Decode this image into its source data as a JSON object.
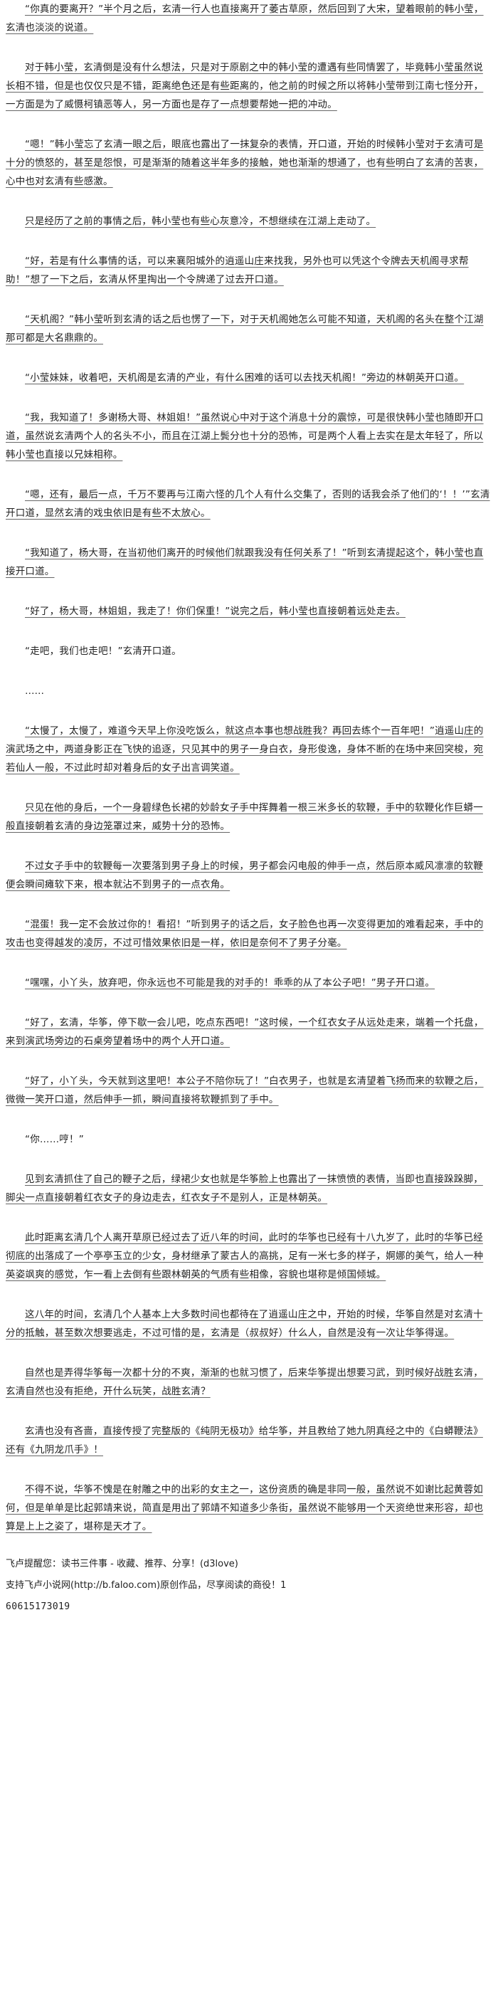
{
  "paragraphs": [
    "“你真的要离开？”半个月之后，玄清一行人也直接离开了萎古草原，然后回到了大宋，望着眼前的韩小莹，玄清也淡淡的说道。",
    "对于韩小莹，玄清倒是没有什么想法，只是对于原剧之中的韩小莹的遭遇有些同情罢了，毕竟韩小莹虽然说长相不错，但是也仅仅只是不错，距离绝色还是有些距离的，他之前的时候之所以将韩小莹带到江南七怪分开，一方面是为了威慑柯镇恶等人，另一方面也是存了一点想要帮她一把的冲动。",
    "“嗯！”韩小莹忘了玄清一眼之后，眼底也露出了一抹复杂的表情，开口道，开始的时候韩小莹对于玄清可是十分的愤怒的，甚至是怨恨，可是渐渐的随着这半年多的接触，她也渐渐的想通了，也有些明白了玄清的苦衷，心中也对玄清有些感激。",
    "只是经历了之前的事情之后，韩小莹也有些心灰意冷，不想继续在江湖上走动了。",
    "“好，若是有什么事情的话，可以来襄阳城外的逍遥山庄来找我，另外也可以凭这个令牌去天机阁寻求帮助！”想了一下之后，玄清从怀里掏出一个令牌递了过去开口道。",
    "“天机阁？”韩小莹听到玄清的话之后也愣了一下，对于天机阁她怎么可能不知道，天机阁的名头在整个江湖那可都是大名鼎鼎的。",
    "“小莹妹妹，收着吧，天机阁是玄清的产业，有什么困难的话可以去找天机阁！”旁边的林朝英开口道。",
    "“我，我知道了！多谢杨大哥、林姐姐！”虽然说心中对于这个消息十分的震惊，可是很快韩小莹也随即开口道，虽然说玄清两个人的名头不小，而且在江湖上鬓分也十分的恐怖，可是两个人看上去实在是太年轻了，所以韩小莹也直接以兄妹相称。",
    "“嗯，还有，最后一点，千万不要再与江南六怪的几个人有什么交集了，否则的话我会杀了他们的‘！！’”玄清开口道，显然玄清的戏虫依旧是有些不太放心。",
    "“我知道了，杨大哥，在当初他们离开的时候他们就跟我没有任何关系了！”听到玄清提起这个，韩小莹也直接开口道。",
    "“好了，杨大哥，林姐姐，我走了！你们保重！”说完之后，韩小莹也直接朝着远处走去。",
    "“走吧，我们也走吧！”玄清开口道。",
    "……",
    "“太慢了，太慢了，难道今天早上你没吃饭么，就这点本事也想战胜我？再回去练个一百年吧！”逍遥山庄的演武场之中，两道身影正在飞快的追逐，只见其中的男子一身白衣，身形俊逸，身体不断的在场中来回突梭，宛若仙人一般，不过此时却对着身后的女子出言调笑道。",
    "只见在他的身后，一个一身碧绿色长裙的妙龄女子手中挥舞着一根三米多长的软鞭，手中的软鞭化作巨蟒一般直接朝着玄清的身边笼罩过来，威势十分的恐怖。",
    "不过女子手中的软鞭每一次要落到男子身上的时候，男子都会闪电般的伸手一点，然后原本威风凛凛的软鞭便会瞬间瘫软下来，根本就沾不到男子的一点衣角。",
    "“混蛋！我一定不会放过你的！看招！”听到男子的话之后，女子脸色也再一次变得更加的难看起来，手中的攻击也变得越发的凌厉，不过可惜效果依旧是一样，依旧是奈何不了男子分毫。",
    "“嘿嘿，小丫头，放弃吧，你永远也不可能是我的对手的！乖乖的从了本公子吧！”男子开口道。",
    "“好了，玄清，华筝，停下歇一会儿吧，吃点东西吧！”这时候，一个红衣女子从远处走来，端着一个托盘，来到演武场旁边的石桌旁望着场中的两个人开口道。",
    "“好了，小丫头，今天就到这里吧！本公子不陪你玩了！”白衣男子，也就是玄清望着飞扬而来的软鞭之后，微微一笑开口道，然后伸手一抓，瞬间直接将软鞭抓到了手中。",
    "“你……哼！”",
    "见到玄清抓住了自己的鞭子之后，绿裙少女也就是华筝脸上也露出了一抹愤愤的表情，当即也直接跺跺脚，脚尖一点直接朝着红衣女子的身边走去，红衣女子不是别人，正是林朝英。",
    "此时距离玄清几个人离开草原已经过去了近八年的时间，此时的华筝也已经有十八九岁了，此时的华筝已经彻底的出落成了一个亭亭玉立的少女，身材继承了蒙古人的高挑，足有一米七多的样子，婀娜的美气，给人一种英姿飒爽的感觉，乍一看上去倒有些跟林朝英的气质有些相像，容貌也堪称是倾国倾城。",
    "这八年的时间，玄清几个人基本上大多数时间也都待在了逍遥山庄之中，开始的时候，华筝自然是对玄清十分的抵触，甚至数次想要逃走，不过可惜的是，玄清是（叔叔好）什么人，自然是没有一次让华筝得逞。",
    "自然也是弄得华筝每一次都十分的不爽，渐渐的也就习惯了，后来华筝提出想要习武，到时候好战胜玄清，玄清自然也没有拒绝，开什么玩笑，战胜玄清？",
    "玄清也没有吝啬，直接传授了完整版的《纯阴无极功》给华筝，并且教给了她九阴真经之中的《白蟒鞭法》还有《九阴龙爪手》！",
    "不得不说，华筝不愧是在射雕之中的出彩的女主之一，这份资质的确是非同一般，虽然说不如谢比起黄蓉如何，但是单单是比起郭靖来说，简直是用出了郭靖不知道多少条街，虽然说不能够用一个天资绝世来形容，却也算是上上之姿了，堪称是天才了。"
  ],
  "underlined": [
    true,
    true,
    true,
    true,
    true,
    true,
    true,
    true,
    true,
    true,
    true,
    false,
    false,
    true,
    true,
    true,
    true,
    true,
    true,
    true,
    false,
    true,
    true,
    true,
    true,
    true,
    true
  ],
  "footer": {
    "line1": "飞卢提醒您：读书三件事 - 收藏、推荐、分享！(d3love)",
    "line2": "支持飞卢小说网(http://b.faloo.com)原创作品，尽享阅读的商役！1",
    "line3": "60615173019"
  }
}
